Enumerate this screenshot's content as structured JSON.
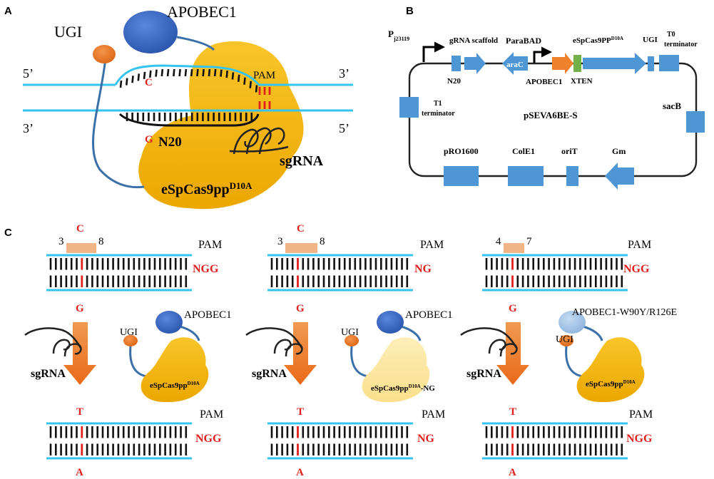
{
  "panels": {
    "a": {
      "letter": "A",
      "apobec": "APOBEC1",
      "ugi": "UGI",
      "pam": "PAM",
      "five_top": "5’",
      "three_top": "3’",
      "three_bottom": "3’",
      "five_bottom": "5’",
      "base_c": "C",
      "base_g": "G",
      "n20": "N20",
      "sgrna": "sgRNA",
      "cas9_main": "eSpCas9pp",
      "cas9_sup": "D10A"
    },
    "b": {
      "letter": "B",
      "promoter_main": "P",
      "promoter_sub": "j23119",
      "gRNA_scaffold": "gRNA scaffold",
      "parabad": "ParaBAD",
      "cas9_main": "eSpCas9PP",
      "cas9_sup": "D10A",
      "ugi": "UGI",
      "t0": "T0",
      "terminator": "terminator",
      "n20": "N20",
      "arac": "araC",
      "apobec": "APOBEC1",
      "xten": "XTEN",
      "t1": "T1",
      "plasmid": "pSEVA6BE-S",
      "sacb": "sacB",
      "pro1600": "pRO1600",
      "cole1": "ColE1",
      "orit": "oriT",
      "gm": "Gm"
    },
    "c": {
      "letter": "C",
      "variants": [
        {
          "start": "3",
          "c": "C",
          "end": "8",
          "pam_label": "PAM",
          "pam_before": "NGG",
          "g": "G",
          "ugi": "UGI",
          "deaminase": "APOBEC1",
          "sgrna": "sgRNA",
          "cas9_main": "eSpCas9pp",
          "cas9_sup": "D10A",
          "cas9_tail": "",
          "t": "T",
          "pam_after": "NGG",
          "a": "A"
        },
        {
          "start": "3",
          "c": "C",
          "end": "8",
          "pam_label": "PAM",
          "pam_before": "NG",
          "g": "G",
          "ugi": "UGI",
          "deaminase": "APOBEC1",
          "sgrna": "sgRNA",
          "cas9_main": "eSpCas9pp",
          "cas9_sup": "D10A",
          "cas9_tail": "-NG",
          "t": "T",
          "pam_after": "NG",
          "a": "A"
        },
        {
          "start": "4",
          "c": "",
          "end": "7",
          "pam_label": "PAM",
          "pam_before": "NGG",
          "g": "G",
          "ugi": "UGI",
          "deaminase": "APOBEC1-W90Y/R126E",
          "sgrna": "sgRNA",
          "cas9_main": "eSpCas9pp",
          "cas9_sup": "D10A",
          "cas9_tail": "",
          "t": "T",
          "pam_after": "NGG",
          "a": "A"
        }
      ]
    }
  },
  "colors": {
    "strand": "#35c3ef",
    "cas9": "#f5b90a",
    "cas9_ng": "#fde7a3",
    "apobec": "#3866c4",
    "apobec_variant": "#a9c8e8",
    "ugi": "#ea7a28",
    "arrow": "#ef7f2c",
    "window": "#f1b487",
    "mutation": "#e0201c",
    "feature": "#4f96d4",
    "xten": "#72b04a"
  }
}
